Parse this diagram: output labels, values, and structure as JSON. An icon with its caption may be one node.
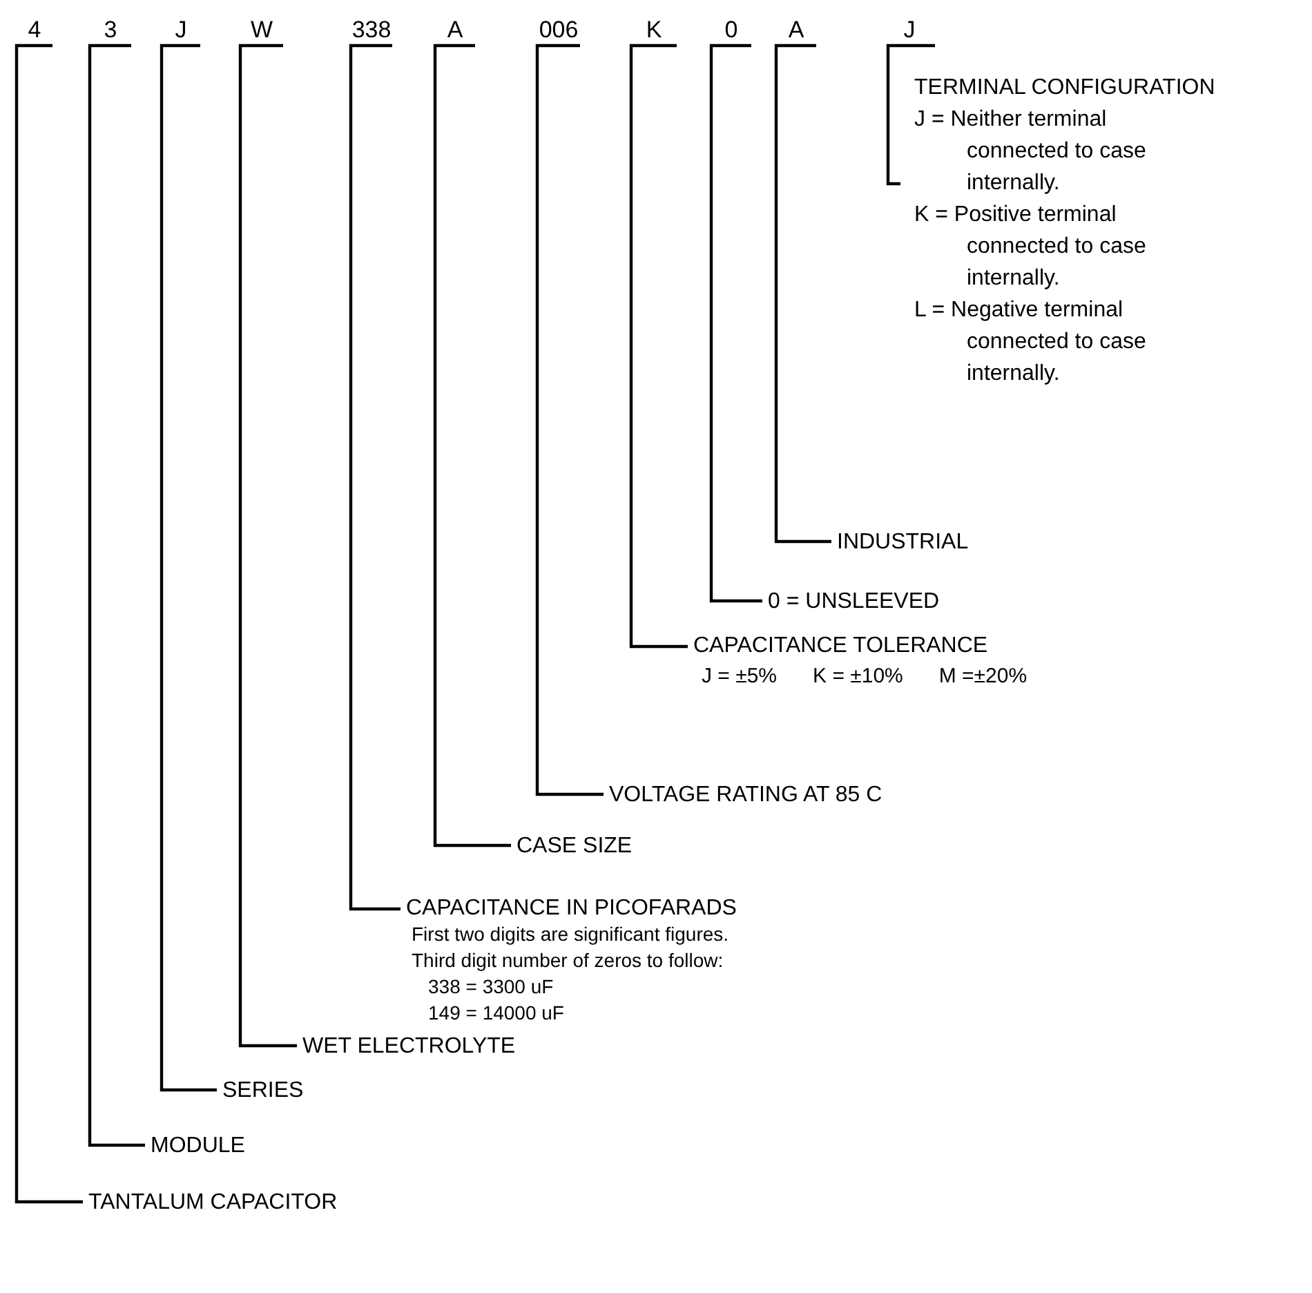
{
  "diagram": {
    "nodes": [
      {
        "text": [
          "4"
        ]
      },
      {
        "text": [
          "3"
        ]
      },
      {
        "text": [
          "J"
        ]
      },
      {
        "text": [
          "W"
        ]
      },
      {
        "text": [
          "338"
        ]
      },
      {
        "text": [
          "A"
        ]
      },
      {
        "text": [
          "006"
        ]
      },
      {
        "text": [
          "K"
        ]
      },
      {
        "text": [
          "0"
        ]
      },
      {
        "text": [
          "A"
        ]
      },
      {
        "text": [
          "J"
        ]
      },
      {
        "text": [
          "TERMINAL CONFIGURATION",
          "J = Neither terminal connected to case internally.",
          "K = Positive terminal connected to case internally.",
          "L = Negative terminal connected to case internally."
        ]
      },
      {
        "text": [
          "INDUSTRIAL"
        ]
      },
      {
        "text": [
          "0 = UNSLEEVED"
        ]
      },
      {
        "text": [
          "CAPACITANCE TOLERANCE",
          "J = ±5%",
          "K = ±10%",
          "M =±20%"
        ]
      },
      {
        "text": [
          "VOLTAGE RATING AT 85 C"
        ]
      },
      {
        "text": [
          "CASE SIZE"
        ]
      },
      {
        "text": [
          "CAPACITANCE IN PICOFARADS",
          "First two digits are significant figures.",
          "Third digit number of zeros to follow:",
          "338 = 3300 uF",
          "149 = 14000 uF"
        ]
      },
      {
        "text": [
          "WET ELECTROLYTE"
        ]
      },
      {
        "text": [
          "SERIES"
        ]
      },
      {
        "text": [
          "MODULE"
        ]
      },
      {
        "text": [
          "TANTALUM CAPACITOR"
        ]
      }
    ],
    "edges": [
      {
        "from": 0,
        "to": 21,
        "arrow": "none"
      },
      {
        "from": 1,
        "to": 20,
        "arrow": "none"
      },
      {
        "from": 2,
        "to": 19,
        "arrow": "none"
      },
      {
        "from": 3,
        "to": 18,
        "arrow": "none"
      },
      {
        "from": 4,
        "to": 17,
        "arrow": "none"
      },
      {
        "from": 5,
        "to": 16,
        "arrow": "none"
      },
      {
        "from": 6,
        "to": 15,
        "arrow": "none"
      },
      {
        "from": 7,
        "to": 14,
        "arrow": "none"
      },
      {
        "from": 8,
        "to": 13,
        "arrow": "none"
      },
      {
        "from": 9,
        "to": 12,
        "arrow": "none"
      },
      {
        "from": 10,
        "to": 11,
        "arrow": "none"
      }
    ]
  }
}
